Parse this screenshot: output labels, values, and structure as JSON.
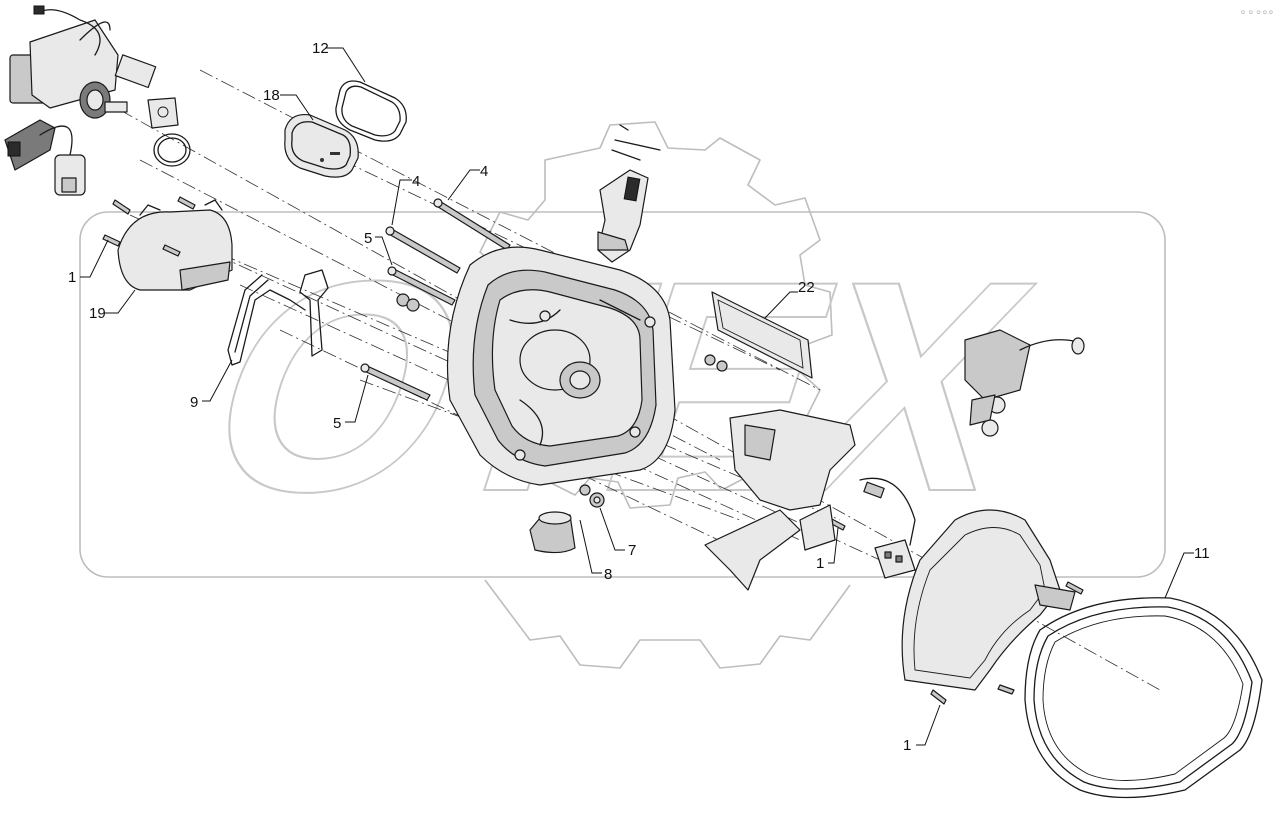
{
  "corner_text": "☺ ☺ ☺☺☺",
  "callouts": {
    "c12": "12",
    "c18": "18",
    "c4a": "4",
    "c4b": "4",
    "c5a": "5",
    "c5b": "5",
    "c1a": "1",
    "c1b": "1",
    "c1c": "1",
    "c19": "19",
    "c9": "9",
    "c22": "22",
    "c7": "7",
    "c8": "8",
    "c11": "11"
  }
}
